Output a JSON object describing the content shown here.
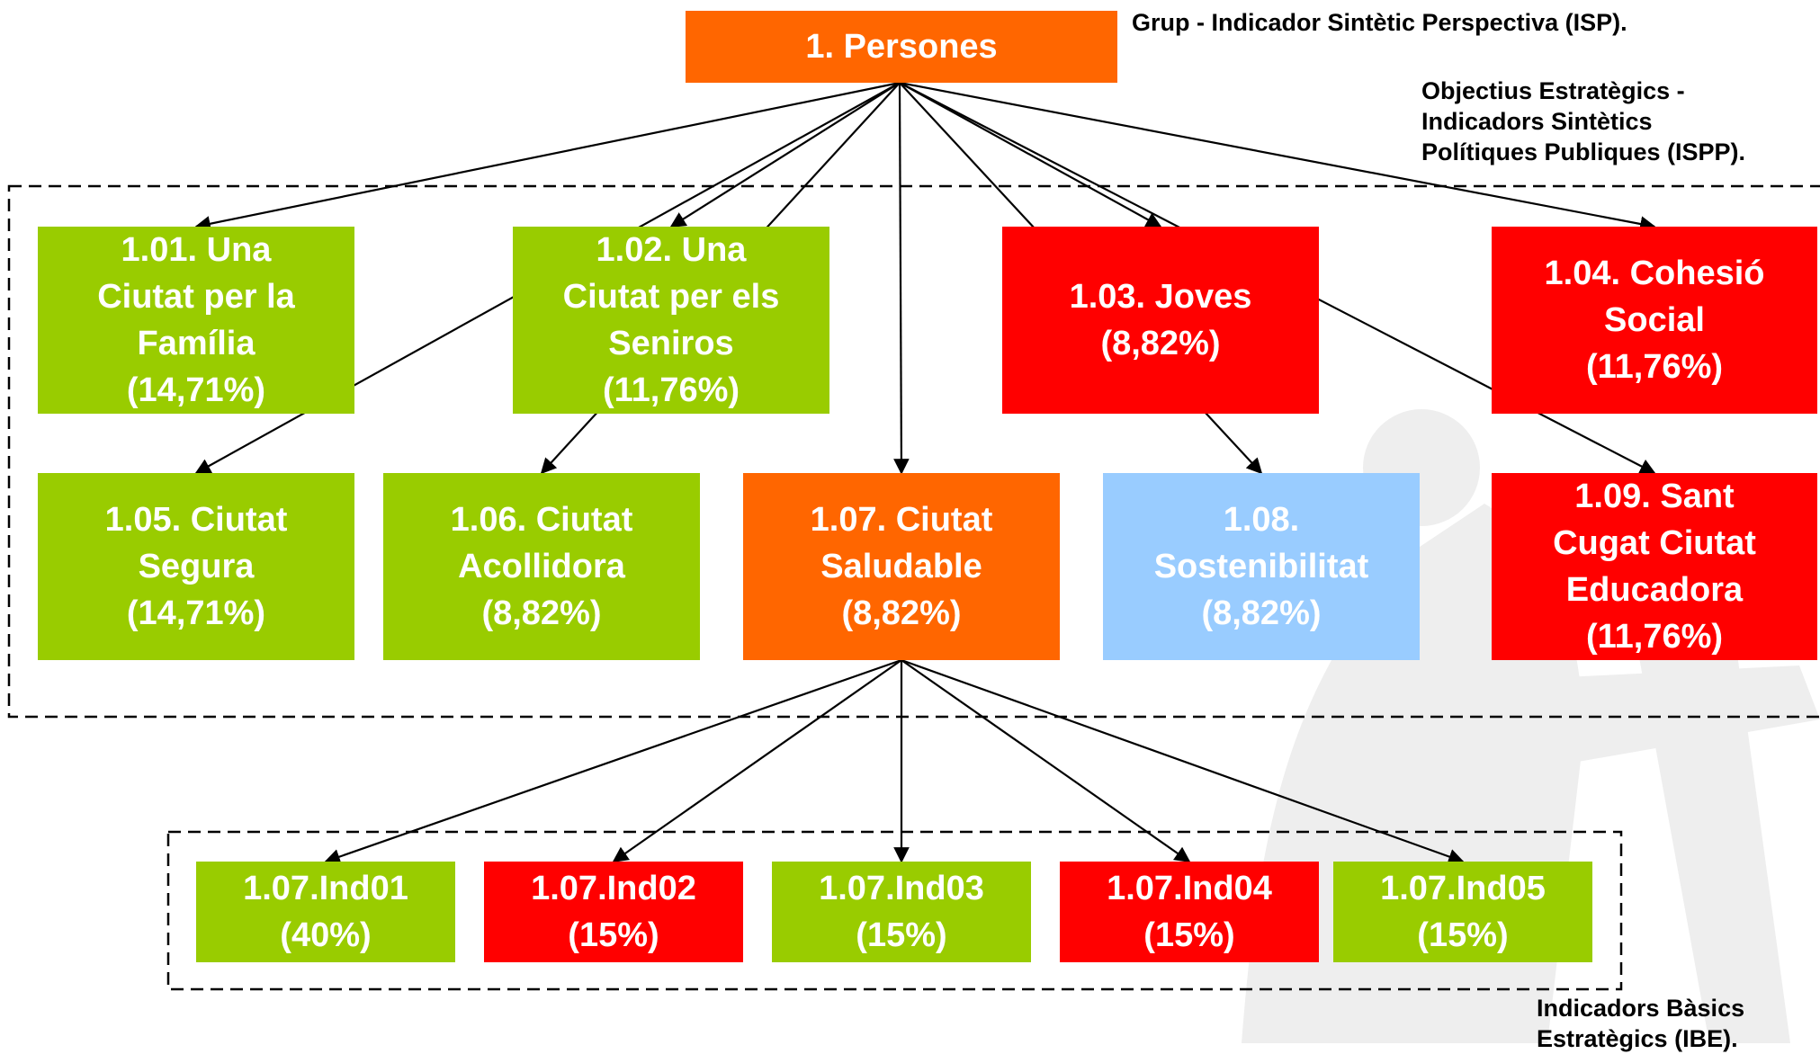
{
  "notes": {
    "isp": "Grup - Indicador Sintètic Perspectiva (ISP).",
    "ispp_1": "Objectius Estratègics -",
    "ispp_2": "Indicadors Sintètics",
    "ispp_3": "Polítiques Publiques (ISPP).",
    "ibe_1": "Indicadors Bàsics",
    "ibe_2": "Estratègics (IBE)."
  },
  "root": {
    "label": "1. Persones",
    "color": "#ff6600"
  },
  "objectives": [
    {
      "lines": [
        "1.01. Una",
        "Ciutat per la",
        "Família",
        "(14,71%)"
      ],
      "color": "green"
    },
    {
      "lines": [
        "1.02. Una",
        "Ciutat per els",
        "Seniros",
        "(11,76%)"
      ],
      "color": "green"
    },
    {
      "lines": [
        "1.03. Joves",
        "(8,82%)"
      ],
      "color": "red"
    },
    {
      "lines": [
        "1.04. Cohesió",
        "Social",
        "(11,76%)"
      ],
      "color": "red"
    },
    {
      "lines": [
        "1.05. Ciutat",
        "Segura",
        "(14,71%)"
      ],
      "color": "green"
    },
    {
      "lines": [
        "1.06. Ciutat",
        "Acollidora",
        "(8,82%)"
      ],
      "color": "green"
    },
    {
      "lines": [
        "1.07. Ciutat",
        "Saludable",
        "(8,82%)"
      ],
      "color": "orange"
    },
    {
      "lines": [
        "1.08.",
        "Sostenibilitat",
        "(8,82%)"
      ],
      "color": "blue"
    },
    {
      "lines": [
        "1.09. Sant",
        "Cugat Ciutat",
        "Educadora",
        "(11,76%)"
      ],
      "color": "red"
    }
  ],
  "indicators": [
    {
      "lines": [
        "1.07.Ind01",
        "(40%)"
      ],
      "color": "green"
    },
    {
      "lines": [
        "1.07.Ind02",
        "(15%)"
      ],
      "color": "red"
    },
    {
      "lines": [
        "1.07.Ind03",
        "(15%)"
      ],
      "color": "green"
    },
    {
      "lines": [
        "1.07.Ind04",
        "(15%)"
      ],
      "color": "red"
    },
    {
      "lines": [
        "1.07.Ind05",
        "(15%)"
      ],
      "color": "green"
    }
  ]
}
